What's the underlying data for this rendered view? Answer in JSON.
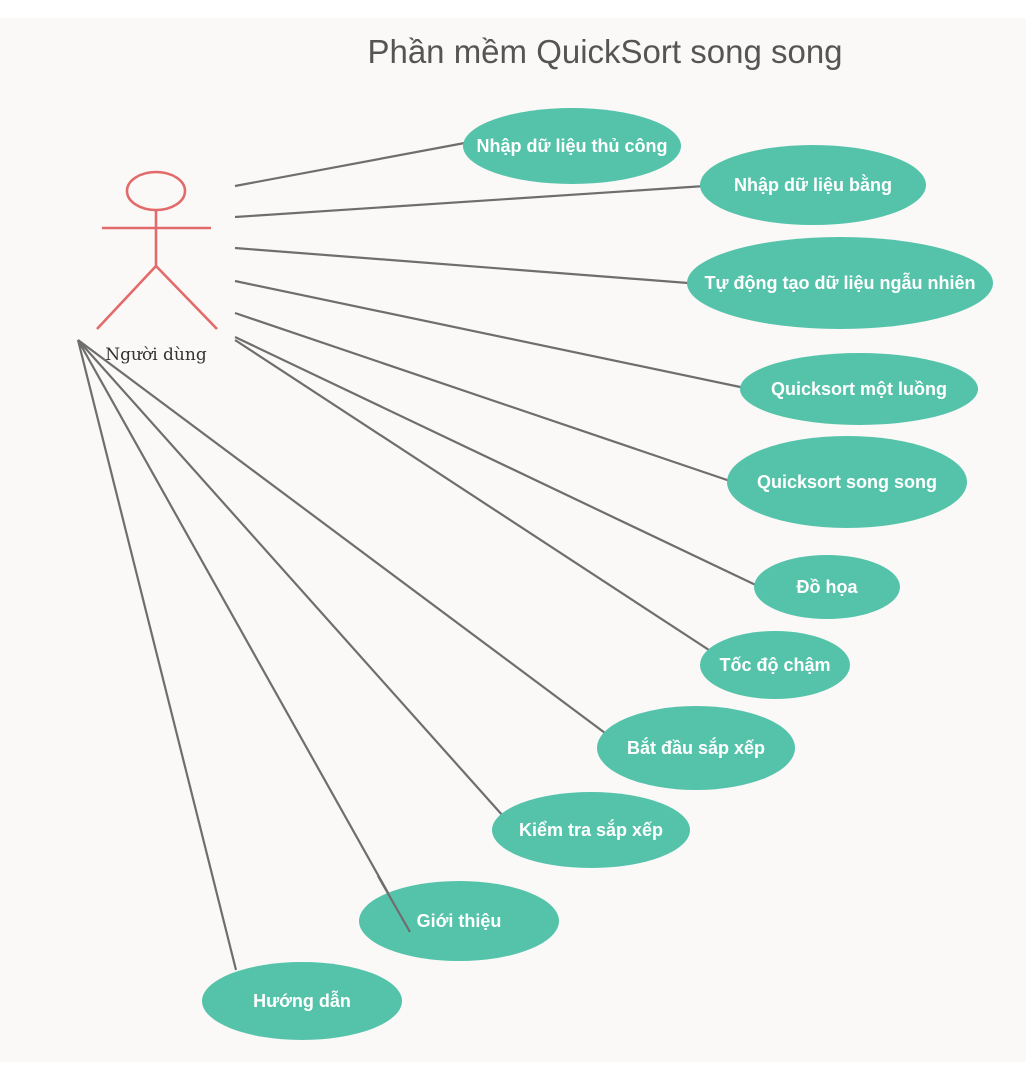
{
  "title": "Phần mềm QuickSort song song",
  "actor": {
    "label": "Người dùng"
  },
  "use_cases": [
    {
      "id": "manual-input",
      "label": "Nhập dữ liệu thủ công"
    },
    {
      "id": "file-input",
      "label": "Nhập dữ liệu bằng"
    },
    {
      "id": "random-data",
      "label": "Tự động tạo dữ liệu ngẫu nhiên"
    },
    {
      "id": "single-thread",
      "label": "Quicksort một luồng"
    },
    {
      "id": "parallel",
      "label": "Quicksort song song"
    },
    {
      "id": "graphics",
      "label": "Đồ họa"
    },
    {
      "id": "slow-speed",
      "label": "Tốc độ chậm"
    },
    {
      "id": "start-sort",
      "label": "Bắt đầu sắp xếp"
    },
    {
      "id": "check-sort",
      "label": "Kiểm tra sắp xếp"
    },
    {
      "id": "about",
      "label": "Giới thiệu"
    },
    {
      "id": "guide",
      "label": "Hướng dẫn"
    }
  ],
  "colors": {
    "use_case_fill": "#55c3aa",
    "actor_stroke": "#e36a6a",
    "line": "#6e6e6e",
    "background": "#faf9f7"
  }
}
